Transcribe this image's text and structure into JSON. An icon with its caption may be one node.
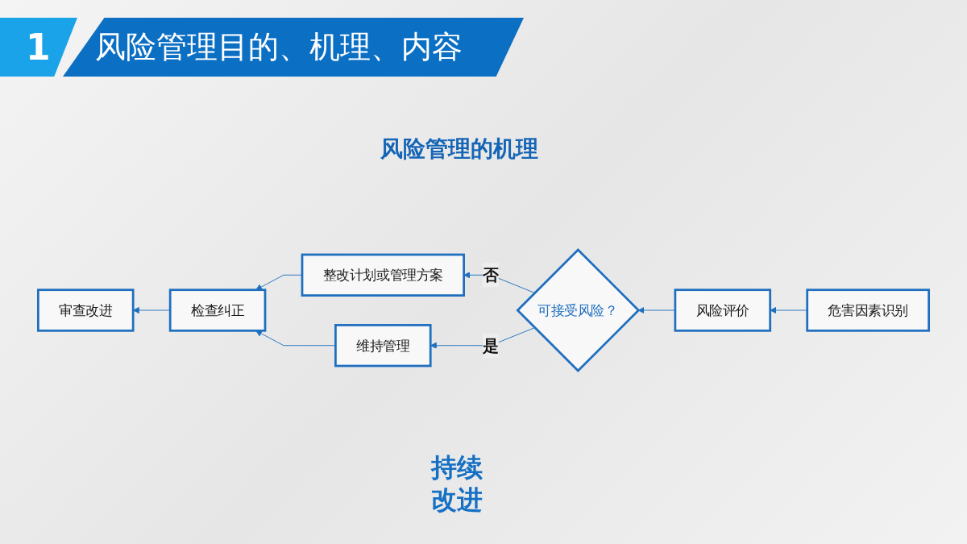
{
  "diagram": {
    "title": "风险管理目的、机理、内容",
    "nodes": [
      {
        "text": [
          "审查改进"
        ]
      },
      {
        "text": [
          "危害因素识别"
        ]
      },
      {
        "text": [
          "检查纠正"
        ]
      },
      {
        "text": [
          "风险评价"
        ]
      },
      {
        "text": [
          "可接受风险？"
        ]
      },
      {
        "text": [
          "整改计划或管理方案"
        ]
      },
      {
        "text": [
          "维持管理"
        ]
      }
    ],
    "edges": [
      {
        "from": 1,
        "to": 3,
        "arrow": "to"
      },
      {
        "from": 3,
        "to": 4,
        "arrow": "to"
      },
      {
        "from": 4,
        "to": 5,
        "arrow": "to",
        "label": "否"
      },
      {
        "from": 4,
        "to": 6,
        "arrow": "to",
        "label": "是"
      },
      {
        "from": 5,
        "to": 2,
        "arrow": "to"
      },
      {
        "from": 6,
        "to": 2,
        "arrow": "to"
      },
      {
        "from": 2,
        "to": 0,
        "arrow": "to"
      }
    ],
    "labels": [
      "1",
      "风险管理的机理",
      "持续改进"
    ]
  }
}
